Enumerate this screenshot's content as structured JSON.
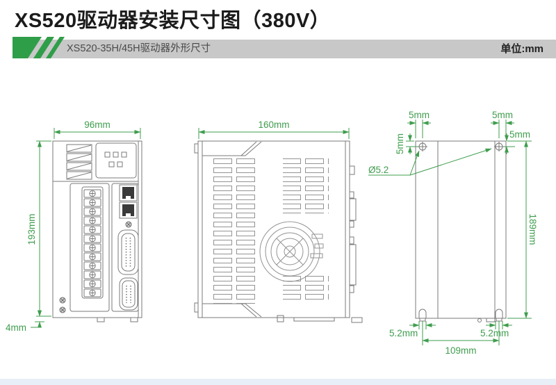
{
  "header": {
    "title": "XS520驱动器安装尺寸图（380V）"
  },
  "banner": {
    "label": "XS520-35H/45H驱动器外形尺寸",
    "unit": "单位:mm"
  },
  "colors": {
    "dimension_green": "#3f9d4e",
    "accent_green": "#2f9e49",
    "banner_gray": "#c8c8c8",
    "outline_gray": "#7a7a7a",
    "footer_strip": "#e9eff7"
  },
  "dims": {
    "front": {
      "width": "96mm",
      "height": "193mm",
      "foot": "4mm"
    },
    "side": {
      "depth": "160mm"
    },
    "rear": {
      "top_left": "5mm",
      "top_right": "5mm",
      "side_left": "5mm",
      "side_right": "5mm",
      "hole_dia": "Ø5.2",
      "height": "189mm",
      "slot_left": "5.2mm",
      "slot_right": "5.2mm",
      "slot_spacing": "109mm"
    }
  }
}
